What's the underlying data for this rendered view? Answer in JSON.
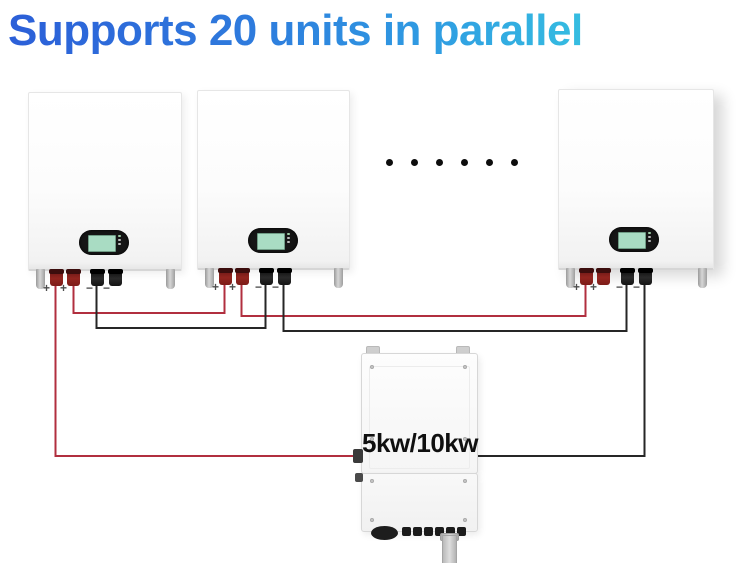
{
  "title": {
    "text": "Supports 20 units in parallel",
    "gradient_start_color": "#2c5fd8",
    "gradient_end_color": "#38cbe0"
  },
  "diagram": {
    "batteries": [
      {
        "name": "battery unit 1",
        "terminal_labels": [
          "+",
          "+",
          "−",
          "−"
        ]
      },
      {
        "name": "battery unit 2",
        "terminal_labels": [
          "+",
          "+",
          "−",
          "−"
        ]
      },
      {
        "name": "battery unit 3",
        "terminal_labels": [
          "+",
          "+",
          "−",
          "−"
        ]
      }
    ],
    "continuation_dots_count": 6,
    "inverter": {
      "label": "5kw/10kw"
    },
    "wires": {
      "positive_color": "#b12f3f",
      "negative_color": "#262626",
      "connections": [
        "battery-1 positive to battery-2 positive (parallel bus)",
        "battery-2 positive to battery-3 positive (parallel bus)",
        "battery-1 negative to battery-2 negative (parallel bus)",
        "battery-2 negative to battery-3 negative (parallel bus)",
        "battery-1 positive lead to inverter left input",
        "battery-3 negative lead to inverter right input"
      ]
    },
    "lcd_color": "#a9dcc3"
  }
}
